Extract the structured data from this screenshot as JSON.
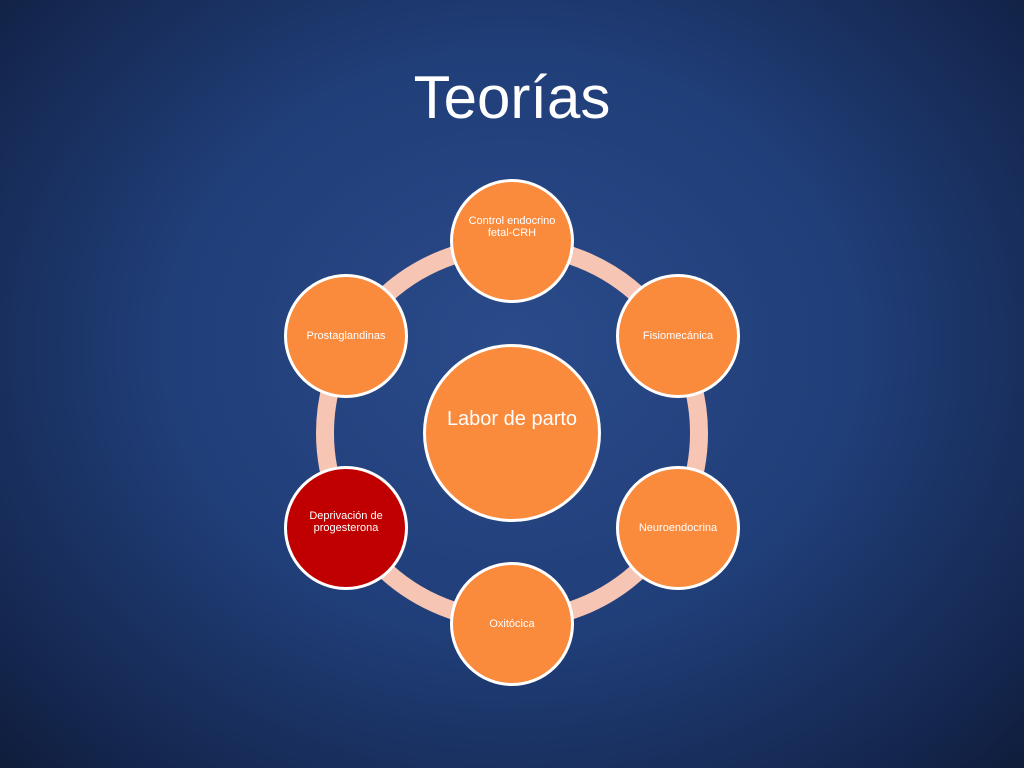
{
  "title": "Teorías",
  "diagram": {
    "center": "Labor de parto",
    "nodes": [
      "Control endocrino fetal-CRH",
      "Fisiomecánica",
      "Neuroendocrina",
      "Oxitócica",
      "Deprivación de progesterona",
      "Prostaglandinas"
    ],
    "colors": {
      "node": "#fa8a3c",
      "highlight": "#c00000",
      "ring": "#f7c5b3",
      "border": "#ffffff"
    }
  }
}
